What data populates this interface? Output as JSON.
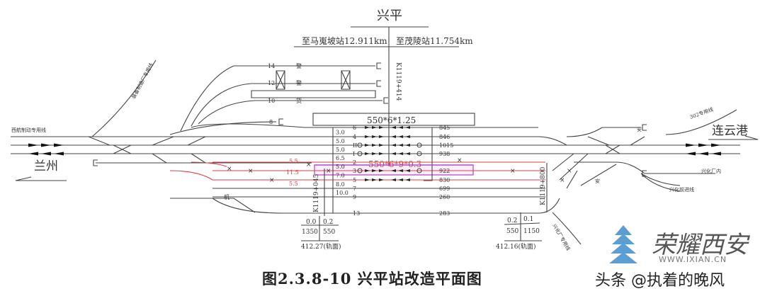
{
  "station": "兴平",
  "distance_left": "至马嵬坡站12.911km",
  "distance_right": "至茂陵站11.754km",
  "center_mileage": "K1119+414",
  "left_mileage": "K1119+045",
  "right_mileage": "K1119+800",
  "direction_left": "兰州",
  "direction_right": "连云港",
  "platform_top": "550*6*1.25",
  "platform_mid": "550*6*9*0.3",
  "siding_labels": {
    "left_top": "西航制动专用线",
    "left_curve": "装备制造厂专用线",
    "right_top": "302专用线",
    "right_1": "兴化厂内",
    "right_2": "兴化前进线",
    "right_bottom": "兴化厂专用线",
    "left_bottom": "机",
    "right_an1": "安",
    "right_an2": "安"
  },
  "upper_tracks": [
    "14",
    "12",
    "10",
    "8"
  ],
  "upper_track_marks": [
    "警",
    "警",
    "货"
  ],
  "tracks": [
    {
      "no": "6",
      "length": "845",
      "spacing": "3.0"
    },
    {
      "no": "4",
      "length": "846",
      "spacing": "5.0"
    },
    {
      "no": "II",
      "length": "1015",
      "spacing": "5.0"
    },
    {
      "no": "I",
      "length": "938",
      "spacing": "6.5"
    },
    {
      "no": "2",
      "length": "",
      "spacing": "5.0"
    },
    {
      "no": "3",
      "length": "922",
      "spacing": "7.0"
    },
    {
      "no": "5",
      "length": "830",
      "spacing": "8.0"
    },
    {
      "no": "7",
      "length": "699",
      "spacing": "10.0"
    },
    {
      "no": "9",
      "length": "260",
      "spacing": ""
    },
    {
      "no": "13",
      "length": "283",
      "spacing": ""
    }
  ],
  "red_spacing": [
    "5.5",
    "11.5",
    "5.5"
  ],
  "grade_left": {
    "g1": "0.0",
    "g2": "0.2",
    "l1": "1350",
    "l2": "550",
    "elev": "412.27(轨面)"
  },
  "grade_right": {
    "g1": "0.2",
    "g2": "0.1",
    "l1": "550",
    "l2": "1150",
    "elev": "412.16(轨面)"
  },
  "caption": "图2.3.8-10   兴平站改造平面图",
  "watermark": {
    "logo": "荣耀西安",
    "url": "WWW.IXIAN.CN",
    "author": "头条 @执着的晚风"
  },
  "colors": {
    "track": "#444444",
    "red": "#d9424a",
    "magenta": "#b040c0",
    "watermark": "#5a9fd4"
  }
}
